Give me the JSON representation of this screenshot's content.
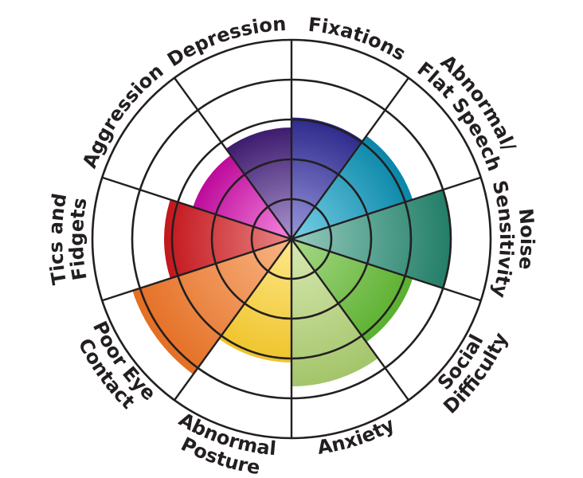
{
  "chart_data": {
    "type": "polar-area",
    "title": "",
    "rmax": 5,
    "rings": [
      1,
      2,
      3,
      4,
      5
    ],
    "grid": true,
    "legend": "none",
    "categories": [
      {
        "label": [
          "Fixations"
        ],
        "value": 3.05,
        "color_outer": "#2d2a8c",
        "color_inner": "#9a97dc"
      },
      {
        "label": [
          "Abnormal/",
          "Flat Speech"
        ],
        "value": 3.2,
        "color_outer": "#0a86a8",
        "color_inner": "#78d0e6"
      },
      {
        "label": [
          "Noise",
          "Sensitivity"
        ],
        "value": 4.0,
        "color_outer": "#237e68",
        "color_inner": "#94cbbf"
      },
      {
        "label": [
          "Social",
          "Difficulty"
        ],
        "value": 3.2,
        "color_outer": "#5bb02f",
        "color_inner": "#a9d98a"
      },
      {
        "label": [
          "Anxiety"
        ],
        "value": 3.7,
        "color_outer": "#a4c56a",
        "color_inner": "#d9e9b3"
      },
      {
        "label": [
          "Abnormal",
          "Posture"
        ],
        "value": 3.1,
        "color_outer": "#efc42c",
        "color_inner": "#fde88a"
      },
      {
        "label": [
          "Poor Eye",
          "Contact"
        ],
        "value": 4.2,
        "color_outer": "#e46f24",
        "color_inner": "#f9b585"
      },
      {
        "label": [
          "Tics and",
          "Fidgets"
        ],
        "value": 3.2,
        "color_outer": "#c3161c",
        "color_inner": "#e88686"
      },
      {
        "label": [
          "Aggression"
        ],
        "value": 2.6,
        "color_outer": "#bd0a9b",
        "color_inner": "#f587df"
      },
      {
        "label": [
          "Depression"
        ],
        "value": 2.8,
        "color_outer": "#3e1c6e",
        "color_inner": "#aa95cf"
      }
    ]
  }
}
